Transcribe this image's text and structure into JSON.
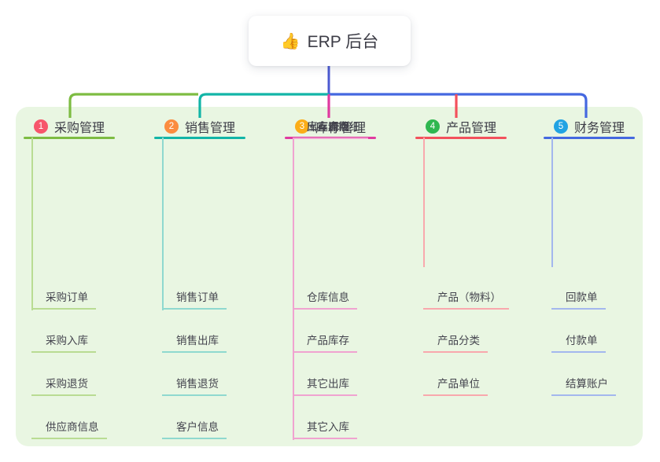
{
  "root": {
    "icon": "👍",
    "label": "ERP 后台",
    "line_color": "#4c5ad2"
  },
  "canvas": {
    "bg": "#e9f6e2"
  },
  "branches": [
    {
      "num": "1",
      "label": "采购管理",
      "color": "#7dbc42",
      "light_color": "#b9dc93",
      "badge_color": "#f7566b",
      "children": [
        "采购订单",
        "采购入库",
        "采购退货",
        "供应商信息"
      ]
    },
    {
      "num": "2",
      "label": "销售管理",
      "color": "#12b5a7",
      "light_color": "#8fd9cf",
      "badge_color": "#fb8c3f",
      "children": [
        "销售订单",
        "销售出库",
        "销售退货",
        "客户信息"
      ]
    },
    {
      "num": "3",
      "label": "库存管理",
      "color": "#e03aa0",
      "light_color": "#f0a3d0",
      "badge_color": "#fbad18",
      "children": [
        "仓库信息",
        "产品库存",
        "其它出库",
        "其它入库",
        "库存调拨",
        "库存盘点",
        "出库库明细"
      ]
    },
    {
      "num": "4",
      "label": "产品管理",
      "color": "#f3515c",
      "light_color": "#f9a8ad",
      "badge_color": "#2fb750",
      "children": [
        "产品（物料）",
        "产品分类",
        "产品单位"
      ]
    },
    {
      "num": "5",
      "label": "财务管理",
      "color": "#4468e0",
      "light_color": "#a3b7ee",
      "badge_color": "#21a3e3",
      "children": [
        "回款单",
        "付款单",
        "结算账户"
      ]
    }
  ]
}
